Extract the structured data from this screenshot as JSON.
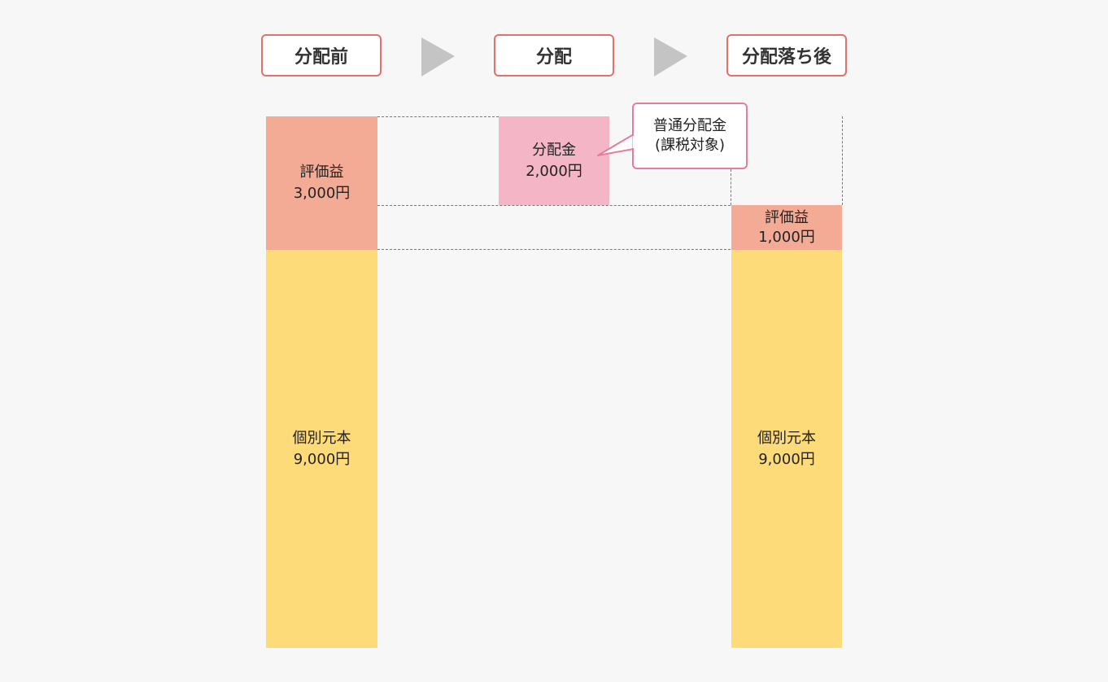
{
  "steps": {
    "before": "分配前",
    "distribution": "分配",
    "after": "分配落ち後"
  },
  "before": {
    "gain": {
      "label": "評価益",
      "value": "3,000円"
    },
    "principal": {
      "label": "個別元本",
      "value": "9,000円"
    }
  },
  "distribution": {
    "label": "分配金",
    "value": "2,000円",
    "callout_line1": "普通分配金",
    "callout_line2": "(課税対象)"
  },
  "after": {
    "gain": {
      "label": "評価益",
      "value": "1,000円"
    },
    "principal": {
      "label": "個別元本",
      "value": "9,000円"
    }
  },
  "colors": {
    "step_border": "#e5706a",
    "gain": "#f4ab96",
    "principal": "#fddb79",
    "distribution": "#f4b6c6",
    "callout_border": "#e57d9a",
    "arrow": "#c4c4c4"
  }
}
